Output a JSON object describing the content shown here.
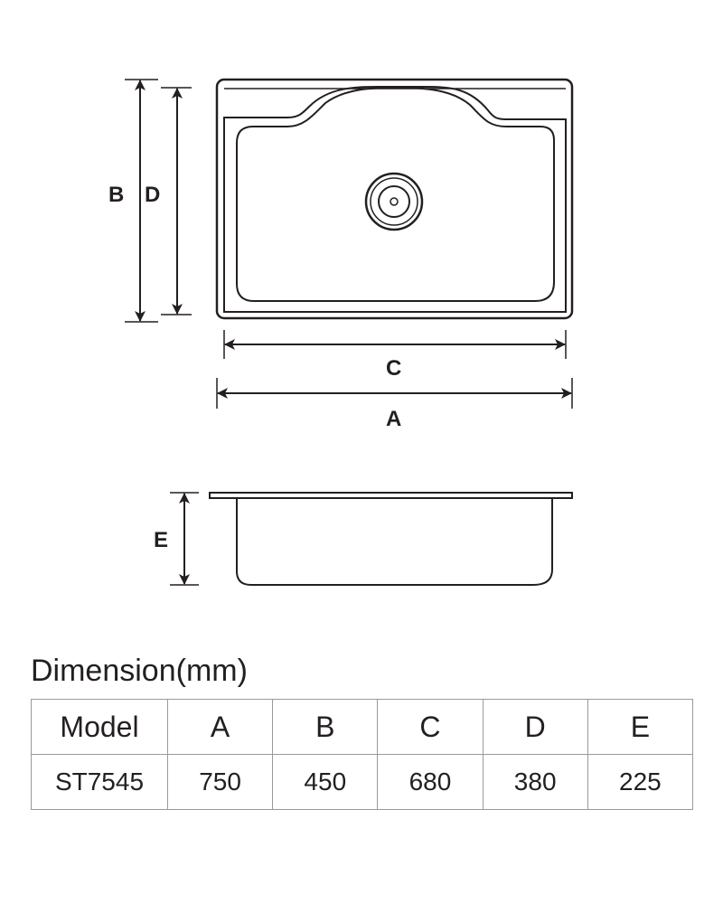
{
  "drawing": {
    "labels": {
      "a": "A",
      "b": "B",
      "c": "C",
      "d": "D",
      "e": "E"
    }
  },
  "table": {
    "title": "Dimension(mm)",
    "headers": [
      "Model",
      "A",
      "B",
      "C",
      "D",
      "E"
    ],
    "rows": [
      [
        "ST7545",
        "750",
        "450",
        "680",
        "380",
        "225"
      ]
    ]
  }
}
